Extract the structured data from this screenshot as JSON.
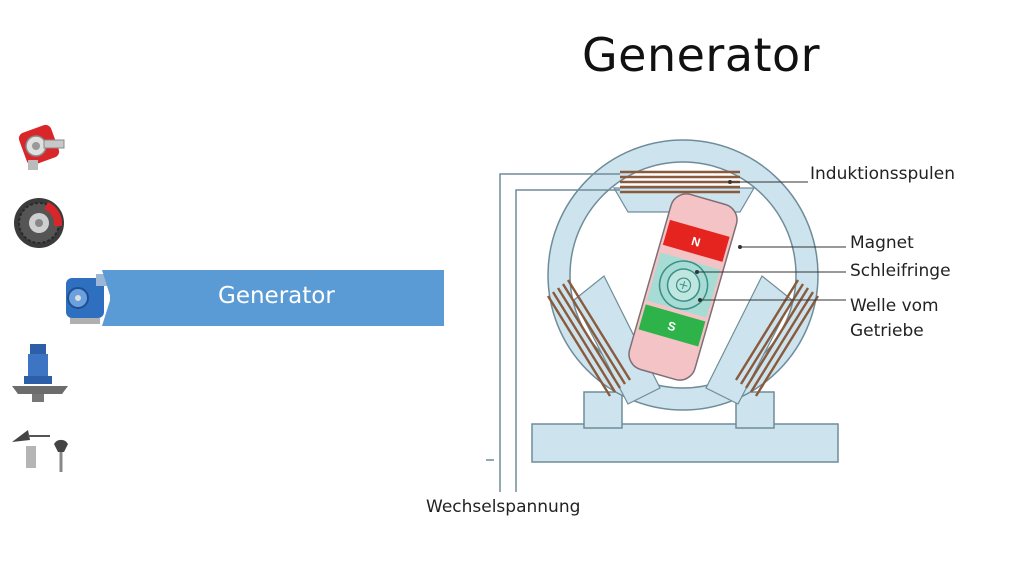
{
  "slide": {
    "title": "Generator"
  },
  "sidebar": {
    "active_label": "Generator",
    "items": [
      {
        "icon": "gearbox-icon"
      },
      {
        "icon": "brake-disc-icon"
      },
      {
        "icon": "generator-motor-icon"
      },
      {
        "icon": "yaw-drive-icon"
      },
      {
        "icon": "anemometer-icon"
      }
    ]
  },
  "diagram": {
    "labels": {
      "coils": "Induktionsspulen",
      "magnet": "Magnet",
      "slip_rings": "Schleifringe",
      "shaft_line1": "Welle vom",
      "shaft_line2": "Getriebe",
      "ac_voltage": "Wechselspannung"
    },
    "magnet_poles": {
      "north": "N",
      "south": "S"
    },
    "colors": {
      "housing": "#cde4ee",
      "housing_stroke": "#6f8c99",
      "rotor": "#f4c3c6",
      "north": "#e52420",
      "south": "#2db34a",
      "ring": "#a6dcd3",
      "coil": "#8a5a3c",
      "accent": "#5b9bd5"
    }
  }
}
